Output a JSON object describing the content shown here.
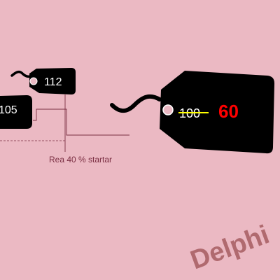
{
  "chart_data": {
    "type": "line",
    "title": "",
    "xlabel": "",
    "ylabel": "",
    "grid": false,
    "series": [
      {
        "values": [
          105,
          112,
          60
        ]
      }
    ],
    "point_labels": [
      "105",
      "112",
      "60"
    ],
    "original_price_label": "100",
    "annotation": {
      "text": "Rea 40 % startar"
    },
    "colors": {
      "background": "#ebb9c3",
      "tag": "#000000",
      "old_price": "#ffffff",
      "strike": "#ffff00",
      "sale_price": "#ff0000",
      "line": "#7a2e42"
    }
  },
  "logo": {
    "text": "Delphi"
  }
}
